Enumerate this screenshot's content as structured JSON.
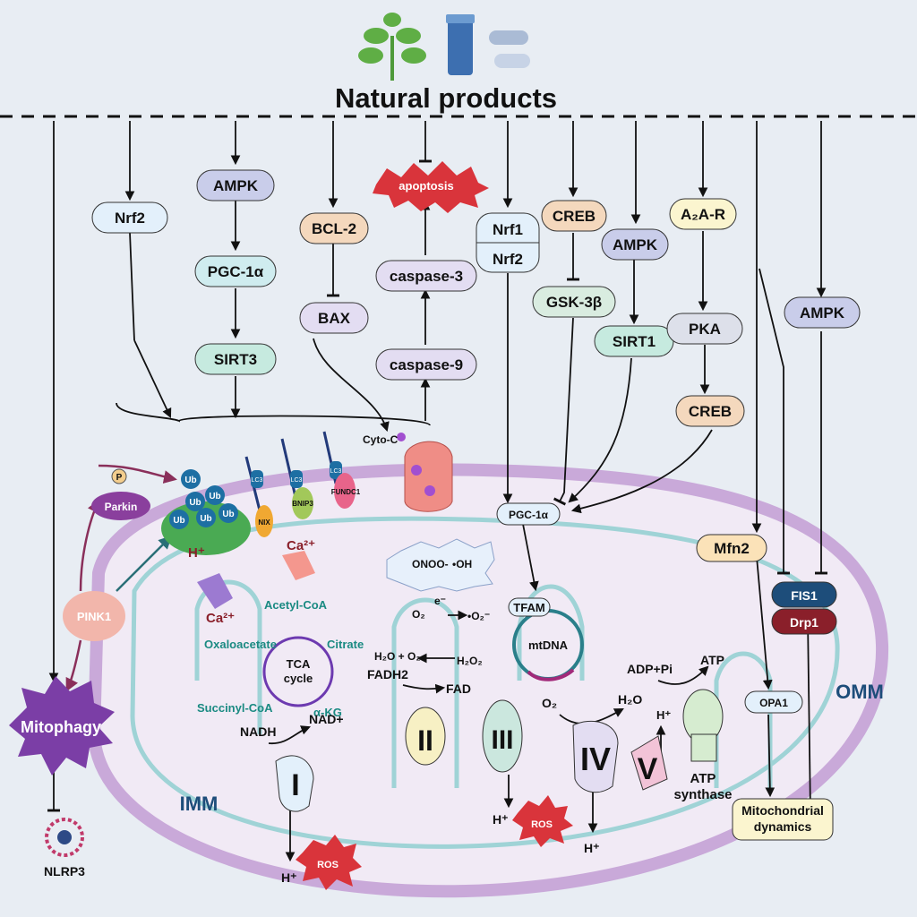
{
  "title": "Natural products",
  "colors": {
    "background": "#e8edf3",
    "membrane_outer": "#c9a9d9",
    "membrane_inner": "#9fd3d6",
    "matrix": "#f1eaf5",
    "ros": "#d9343b",
    "apoptosis": "#d9343b",
    "mitophagy": "#7b3ea6",
    "teal_text": "#1a8a82"
  },
  "nodes": {
    "nrf2_left": "Nrf2",
    "ampk_1": "AMPK",
    "pgc1a": "PGC-1α",
    "sirt3": "SIRT3",
    "bcl2": "BCL-2",
    "bax": "BAX",
    "apoptosis": "apoptosis",
    "caspase3": "caspase-3",
    "caspase9": "caspase-9",
    "cytoc": "Cyto-C",
    "nrf1": "Nrf1",
    "nrf2_mid": "Nrf2",
    "creb_1": "CREB",
    "gsk3b": "GSK-3β",
    "ampk_2": "AMPK",
    "sirt1": "SIRT1",
    "a2ar": "A₂A-R",
    "pka": "PKA",
    "creb_2": "CREB",
    "ampk_3": "AMPK",
    "pgc1a_inner": "PGC-1α",
    "mfn2": "Mfn2",
    "fis1": "FIS1",
    "drp1": "Drp1",
    "opa1": "OPA1",
    "mito_dynamics_1": "Mitochondrial",
    "mito_dynamics_2": "dynamics",
    "omm": "OMM",
    "imm": "IMM",
    "mitophagy": "Mitophagy",
    "nlrp3": "NLRP3",
    "pink1": "PINK1",
    "parkin": "Parkin",
    "p": "P",
    "ub": "Ub",
    "lc3": "LC3",
    "nix": "NIX",
    "bnip3": "BNIP3",
    "fundc1": "FUNDC1",
    "hplus": "H⁺",
    "ca2": "Ca²⁺",
    "acetyl_coa": "Acetyl-CoA",
    "oxaloacetate": "Oxaloacetate",
    "citrate": "Citrate",
    "succinyl_coa": "Succinyl-CoA",
    "akg": "α-KG",
    "tca_1": "TCA",
    "tca_2": "cycle",
    "onoo": "ONOO-",
    "oh": "•OH",
    "o2": "O₂",
    "e": "e⁻",
    "superoxide": "•O₂⁻",
    "h2o_o2": "H₂O + O₂",
    "h2o2": "H₂O₂",
    "tfam": "TFAM",
    "mtdna": "mtDNA",
    "fadh2": "FADH2",
    "fad": "FAD",
    "nadh": "NADH",
    "nad": "NAD+",
    "adp": "ADP+Pi",
    "atp": "ATP",
    "h2o": "H₂O",
    "complex_1": "I",
    "complex_2": "II",
    "complex_3": "III",
    "complex_4": "IV",
    "complex_5": "V",
    "atp_synthase_1": "ATP",
    "atp_synthase_2": "synthase",
    "ros": "ROS"
  }
}
